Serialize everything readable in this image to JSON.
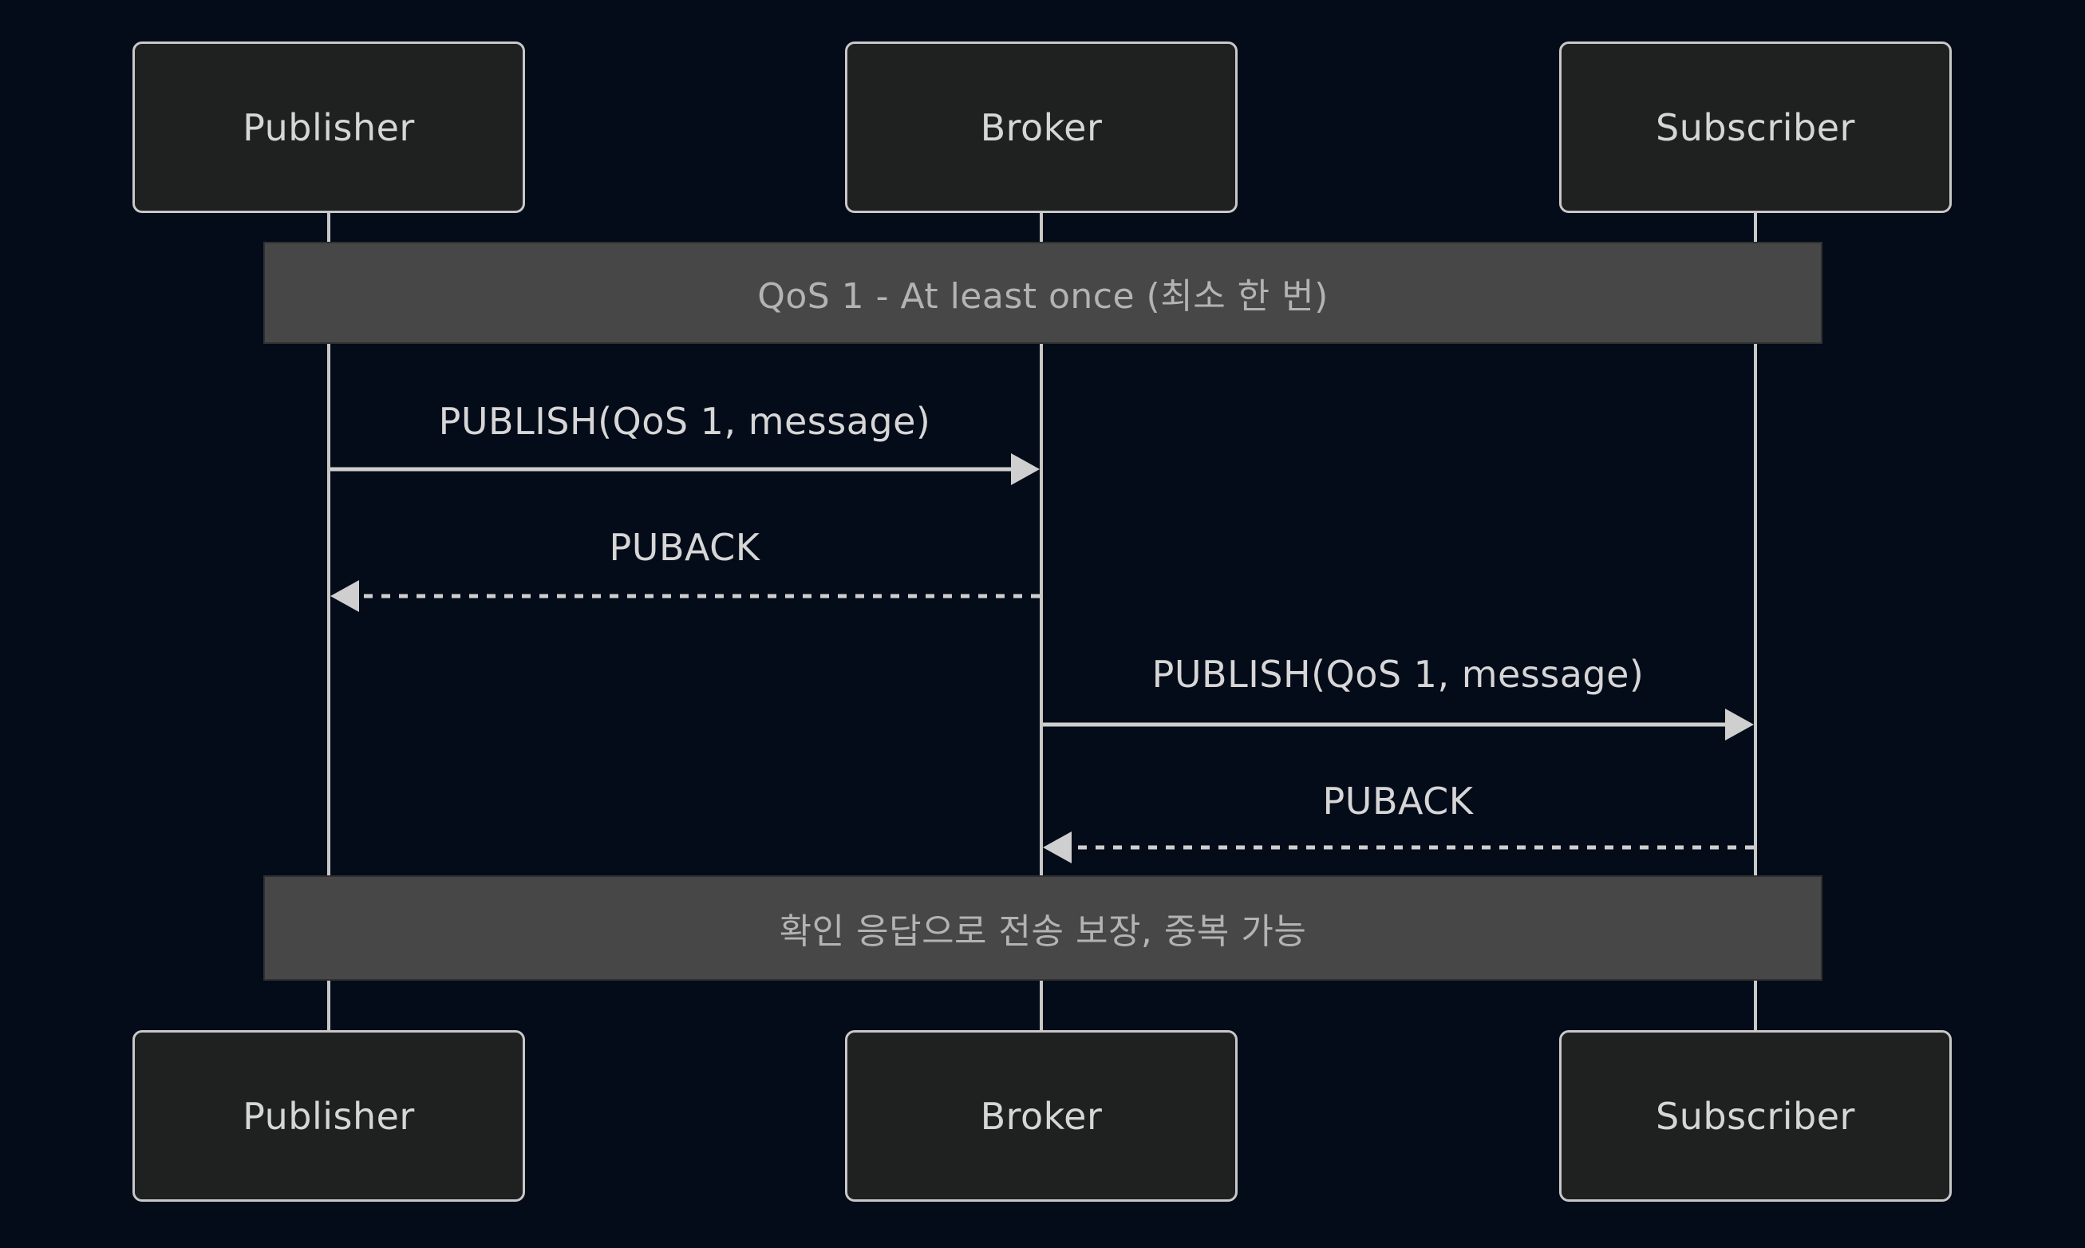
{
  "diagram": {
    "type": "sequence-diagram",
    "topic": "MQTT QoS 1 message flow",
    "colors": {
      "background": "#040b19",
      "actor_fill": "#1f2020",
      "actor_border": "#c8c8c8",
      "actor_text": "#d6d6d6",
      "note_fill": "#474747",
      "note_border": "#303030",
      "note_text": "#b3b3b3",
      "line": "#cfcfcf",
      "message_text": "#d6d6d6"
    },
    "actors": [
      {
        "id": "publisher",
        "label": "Publisher"
      },
      {
        "id": "broker",
        "label": "Broker"
      },
      {
        "id": "subscriber",
        "label": "Subscriber"
      }
    ],
    "notes": [
      {
        "span": "publisher-subscriber",
        "text": "QoS 1 - At least once (최소 한 번)"
      },
      {
        "span": "publisher-subscriber",
        "text": "확인 응답으로 전송 보장, 중복 가능"
      }
    ],
    "messages": [
      {
        "from": "publisher",
        "to": "broker",
        "style": "solid",
        "label": "PUBLISH(QoS 1, message)"
      },
      {
        "from": "broker",
        "to": "publisher",
        "style": "dashed",
        "label": "PUBACK"
      },
      {
        "from": "broker",
        "to": "subscriber",
        "style": "solid",
        "label": "PUBLISH(QoS 1, message)"
      },
      {
        "from": "subscriber",
        "to": "broker",
        "style": "dashed",
        "label": "PUBACK"
      }
    ]
  }
}
